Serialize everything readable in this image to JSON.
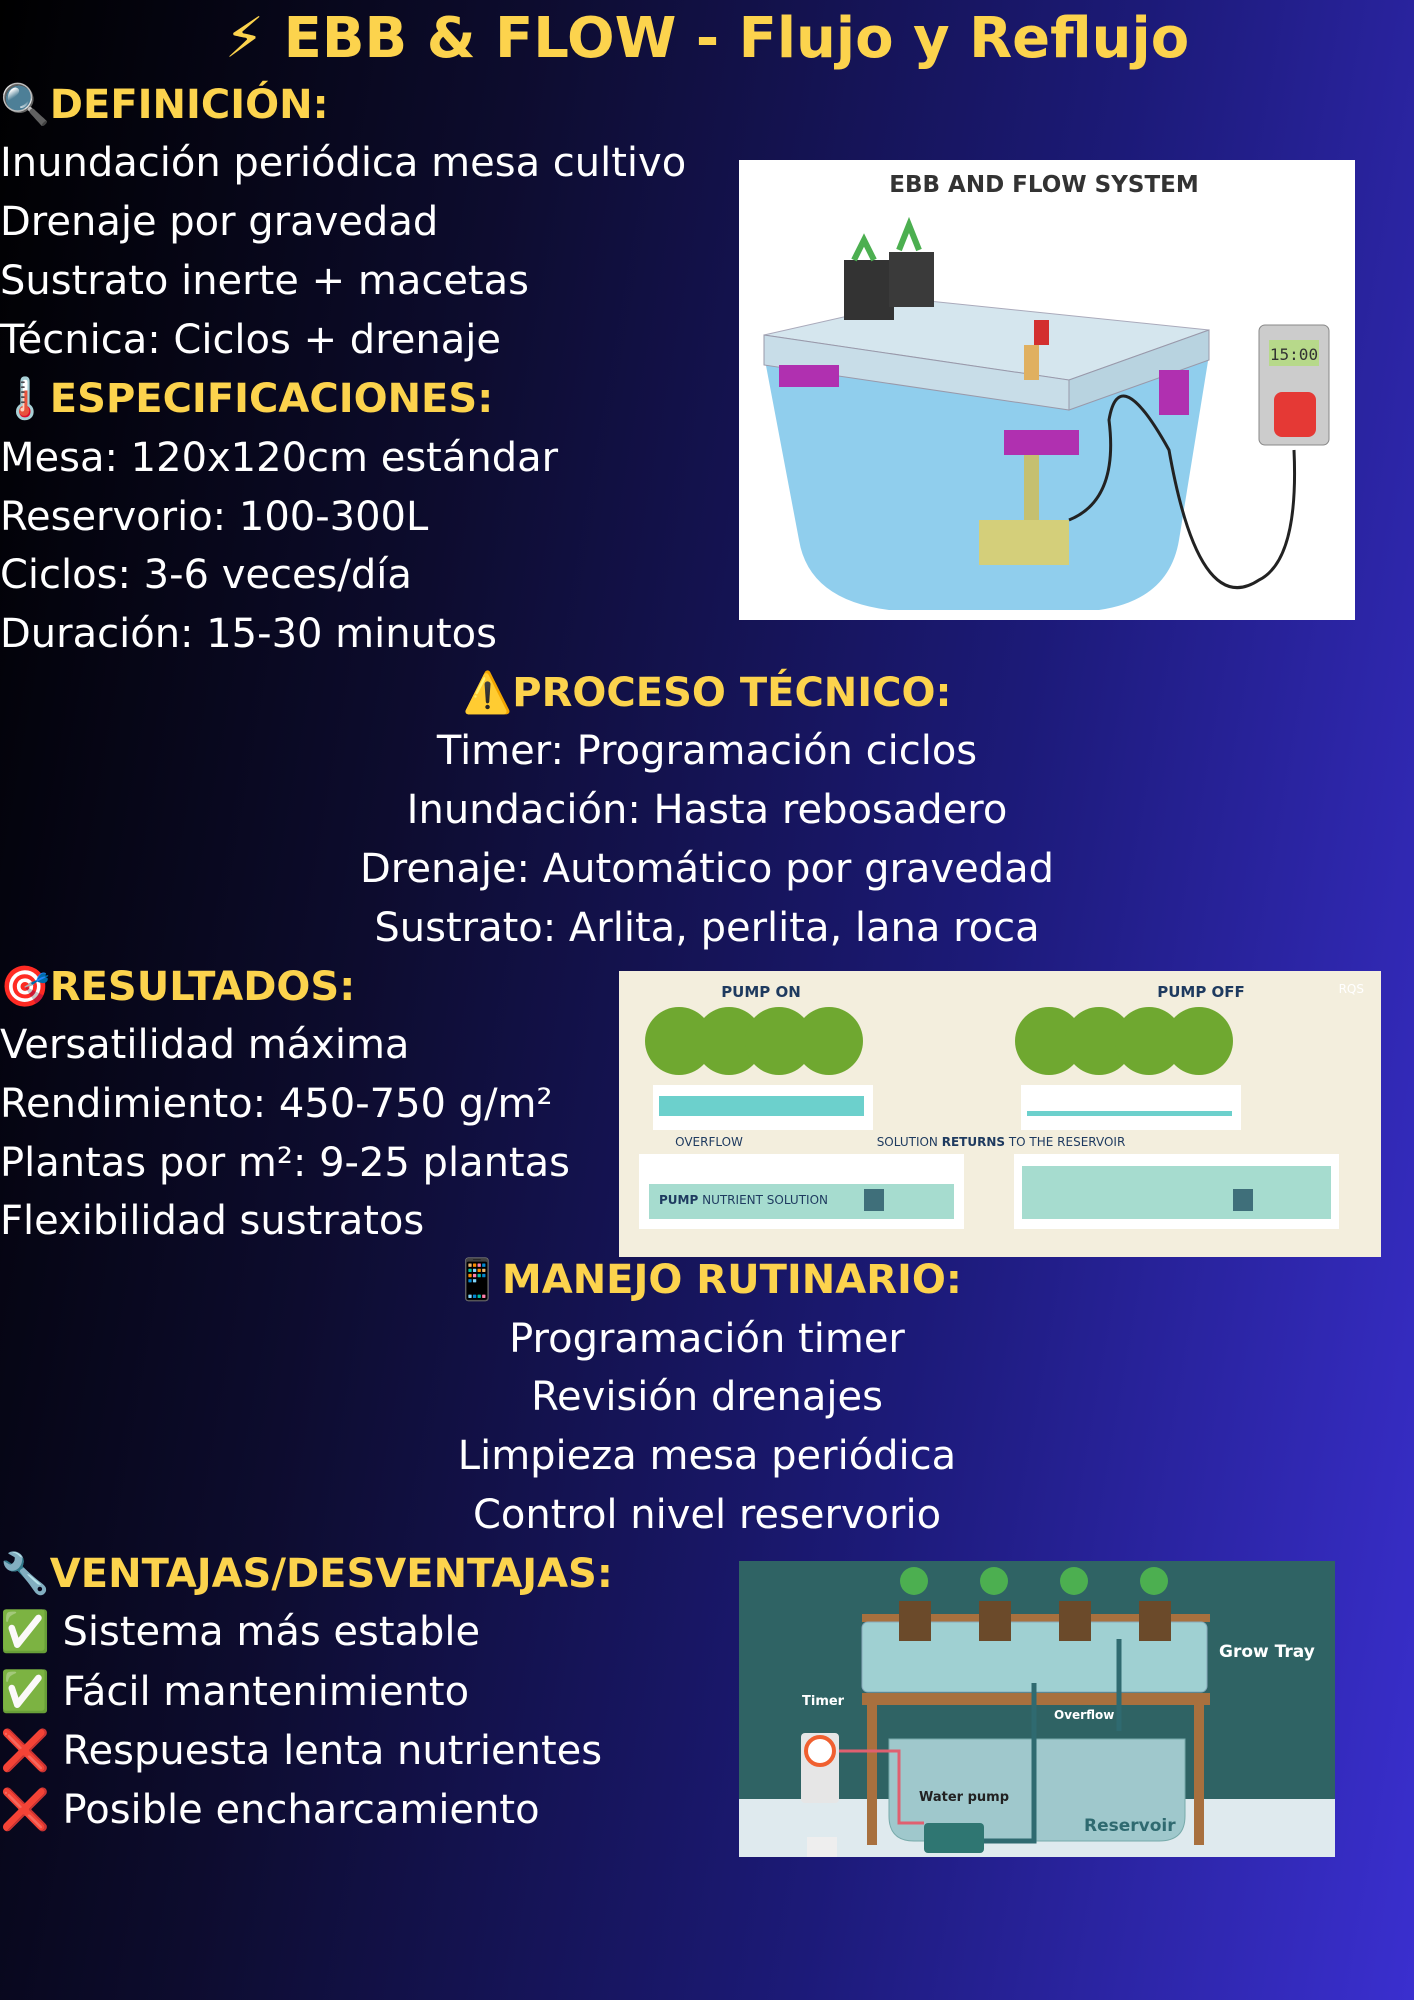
{
  "title": "⚡ EBB & FLOW - Flujo y Reflujo",
  "sections": {
    "definicion": {
      "icon": "magnifier-icon",
      "heading": "🔍DEFINICIÓN:",
      "lines": [
        "Inundación periódica mesa cultivo",
        "Drenaje por gravedad",
        "Sustrato inerte + macetas",
        "Técnica: Ciclos + drenaje"
      ]
    },
    "especificaciones": {
      "icon": "thermometer-icon",
      "heading": "🌡️ESPECIFICACIONES:",
      "lines": [
        "Mesa: 120x120cm estándar",
        "Reservorio: 100-300L",
        "Ciclos: 3-6 veces/día",
        "Duración: 15-30 minutos"
      ]
    },
    "proceso": {
      "icon": "warning-icon",
      "heading": "⚠️PROCESO TÉCNICO:",
      "lines": [
        "Timer: Programación ciclos",
        "Inundación: Hasta rebosadero",
        "Drenaje: Automático por gravedad",
        "Sustrato: Arlita, perlita, lana roca"
      ]
    },
    "resultados": {
      "icon": "target-icon",
      "heading": "🎯RESULTADOS:",
      "lines": [
        "Versatilidad máxima",
        "Rendimiento: 450-750 g/m²",
        "Plantas por m²: 9-25 plantas",
        "Flexibilidad sustratos"
      ]
    },
    "manejo": {
      "icon": "phone-icon",
      "heading": "📱MANEJO RUTINARIO:",
      "lines": [
        "Programación timer",
        "Revisión drenajes",
        "Limpieza mesa periódica",
        "Control nivel reservorio"
      ]
    },
    "ventajas": {
      "icon": "wrench-icon",
      "heading": "🔧VENTAJAS/DESVENTAJAS:",
      "lines": [
        "✅ Sistema más estable",
        "✅ Fácil mantenimiento",
        "❌ Respuesta lenta nutrientes",
        "❌ Posible encharcamiento"
      ]
    }
  },
  "images": {
    "system": {
      "title": "EBB AND FLOW SYSTEM",
      "timer_display": "15:00"
    },
    "pump": {
      "left_title": "PUMP ON",
      "right_title": "PUMP OFF",
      "overflow": "OVERFLOW",
      "pump_bold": "PUMP",
      "pump_rest": " NUTRIENT SOLUTION",
      "returns_a": "SOLUTION ",
      "returns_b": "RETURNS",
      "returns_c": " TO THE RESERVOIR",
      "logo": "RQS"
    },
    "diagram": {
      "grow_tray": "Grow Tray",
      "timer": "Timer",
      "overflow": "Overflow",
      "water_pump": "Water pump",
      "reservoir": "Reservoir"
    }
  },
  "colors": {
    "heading": "#fcd34d",
    "text": "#ffffff"
  }
}
